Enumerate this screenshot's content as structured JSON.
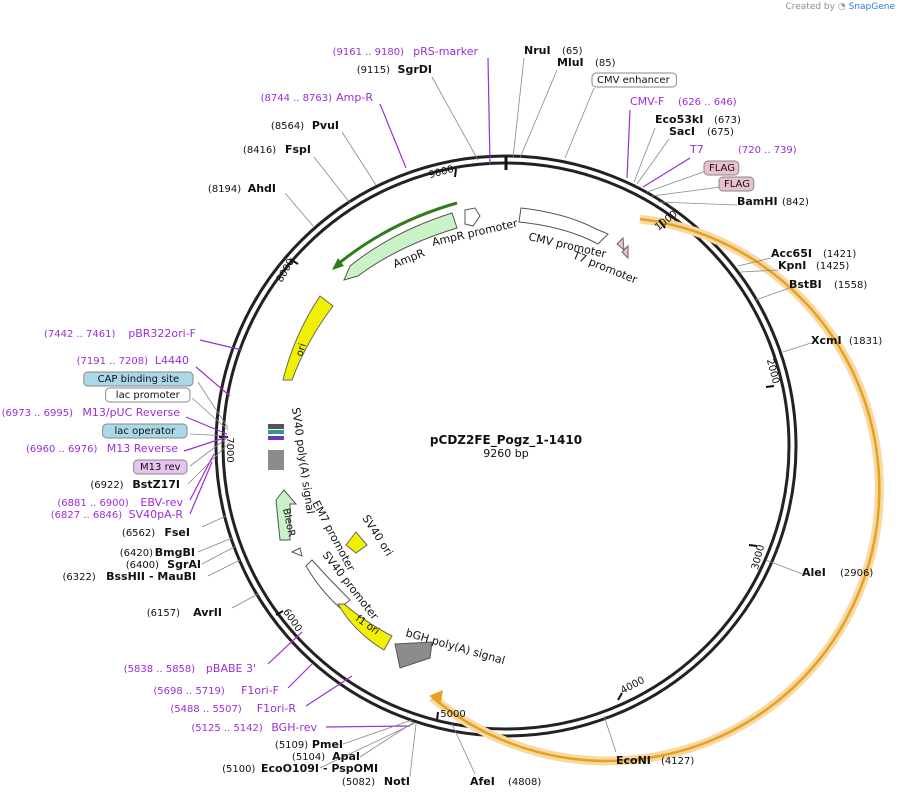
{
  "credit": {
    "prefix": "Created by",
    "brand": "SnapGene"
  },
  "plasmid": {
    "name": "pCDZ2FE_Pogz_1-1410",
    "length_label": "9260 bp",
    "length": 9260
  },
  "colors": {
    "enzyme": "#111111",
    "primer": "#9b2ed6",
    "orf_fill": "#e8a020",
    "orf_highlight": "#f7d9a4",
    "ampr_line": "#2e7d1a",
    "resistance_fill": "#c9f2c6",
    "ori_fill": "#f0f000",
    "terminator_fill": "#8c8c8c",
    "promoter_fill": "#ffffff",
    "protein_bind_fill": "#a9d8e6",
    "flag_fill": "#e8c0cc",
    "m13rev_fill": "#e6c3f0"
  },
  "ticks": [
    "1000",
    "2000",
    "3000",
    "4000",
    "5000",
    "6000",
    "7000",
    "8000",
    "9000"
  ],
  "right_labels": [
    {
      "pos": "(65)",
      "name": "NruI"
    },
    {
      "pos": "(85)",
      "name": "MluI"
    },
    {
      "name": "CMV enhancer",
      "box": true
    },
    {
      "pos": "(626 .. 646)",
      "name": "CMV-F",
      "primer": true
    },
    {
      "pos": "(673)",
      "name": "Eco53kI"
    },
    {
      "pos": "(675)",
      "name": "SacI"
    },
    {
      "pos": "(720 .. 739)",
      "name": "T7",
      "primer": true
    },
    {
      "name": "FLAG",
      "box": true
    },
    {
      "name": "FLAG",
      "box": true
    },
    {
      "pos": "(842)",
      "name": "BamHI"
    },
    {
      "pos": "(1421)",
      "name": "Acc65I"
    },
    {
      "pos": "(1425)",
      "name": "KpnI"
    },
    {
      "pos": "(1558)",
      "name": "BstBI"
    },
    {
      "pos": "(1831)",
      "name": "XcmI"
    },
    {
      "pos": "(2906)",
      "name": "AleI"
    },
    {
      "pos": "(4127)",
      "name": "EcoNI"
    },
    {
      "pos": "(4808)",
      "name": "AfeI"
    }
  ],
  "left_labels": [
    {
      "pos": "(9161 .. 9180)",
      "name": "pRS-marker",
      "primer": true
    },
    {
      "pos": "(9115)",
      "name": "SgrDI"
    },
    {
      "pos": "(8744 .. 8763)",
      "name": "Amp-R",
      "primer": true
    },
    {
      "pos": "(8564)",
      "name": "PvuI"
    },
    {
      "pos": "(8416)",
      "name": "FspI"
    },
    {
      "pos": "(8194)",
      "name": "AhdI"
    },
    {
      "pos": "(7442 .. 7461)",
      "name": "pBR322ori-F",
      "primer": true
    },
    {
      "pos": "(7191 .. 7208)",
      "name": "L4440",
      "primer": true
    },
    {
      "name": "CAP binding site",
      "box": true
    },
    {
      "name": "lac promoter",
      "box": true
    },
    {
      "pos": "(6973 .. 6995)",
      "name": "M13/pUC Reverse",
      "primer": true
    },
    {
      "name": "lac operator",
      "box": true
    },
    {
      "pos": "(6960 .. 6976)",
      "name": "M13 Reverse",
      "primer": true
    },
    {
      "name": "M13 rev",
      "box": true
    },
    {
      "pos": "(6922)",
      "name": "BstZ17I"
    },
    {
      "pos": "(6881 .. 6900)",
      "name": "EBV-rev",
      "primer": true
    },
    {
      "pos": "(6827 .. 6846)",
      "name": "SV40pA-R",
      "primer": true
    },
    {
      "pos": "(6562)",
      "name": "FseI"
    },
    {
      "pos": "(6420)",
      "name": "BmgBI"
    },
    {
      "pos": "(6400)",
      "name": "SgrAI"
    },
    {
      "pos": "(6322)",
      "name": "BssHII",
      "name2": "- MauBI"
    },
    {
      "pos": "(6157)",
      "name": "AvrII"
    },
    {
      "pos": "(5838 .. 5858)",
      "name": "pBABE 3'",
      "primer": true
    },
    {
      "pos": "(5698 .. 5719)",
      "name": "F1ori-F",
      "primer": true
    },
    {
      "pos": "(5488 .. 5507)",
      "name": "F1ori-R",
      "primer": true
    },
    {
      "pos": "(5125 .. 5142)",
      "name": "BGH-rev",
      "primer": true
    },
    {
      "pos": "(5109)",
      "name": "PmeI"
    },
    {
      "pos": "(5104)",
      "name": "ApaI"
    },
    {
      "pos": "(5100)",
      "name": "EcoO109I",
      "name2": "- PspOMI"
    },
    {
      "pos": "(5082)",
      "name": "NotI"
    }
  ],
  "features": {
    "ampr_promoter": "AmpR promoter",
    "ampr": "AmpR",
    "ori": "ori",
    "cmv_promoter": "CMV promoter",
    "t7_promoter": "T7 promoter",
    "sv40_polya": "SV40 poly(A) signal",
    "em7_promoter": "EM7 promoter",
    "bleor": "BleoR",
    "sv40_ori": "SV40 ori",
    "sv40_promoter": "SV40 promoter",
    "f1_ori": "f1 ori",
    "bgh_polya": "bGH poly(A) signal"
  }
}
